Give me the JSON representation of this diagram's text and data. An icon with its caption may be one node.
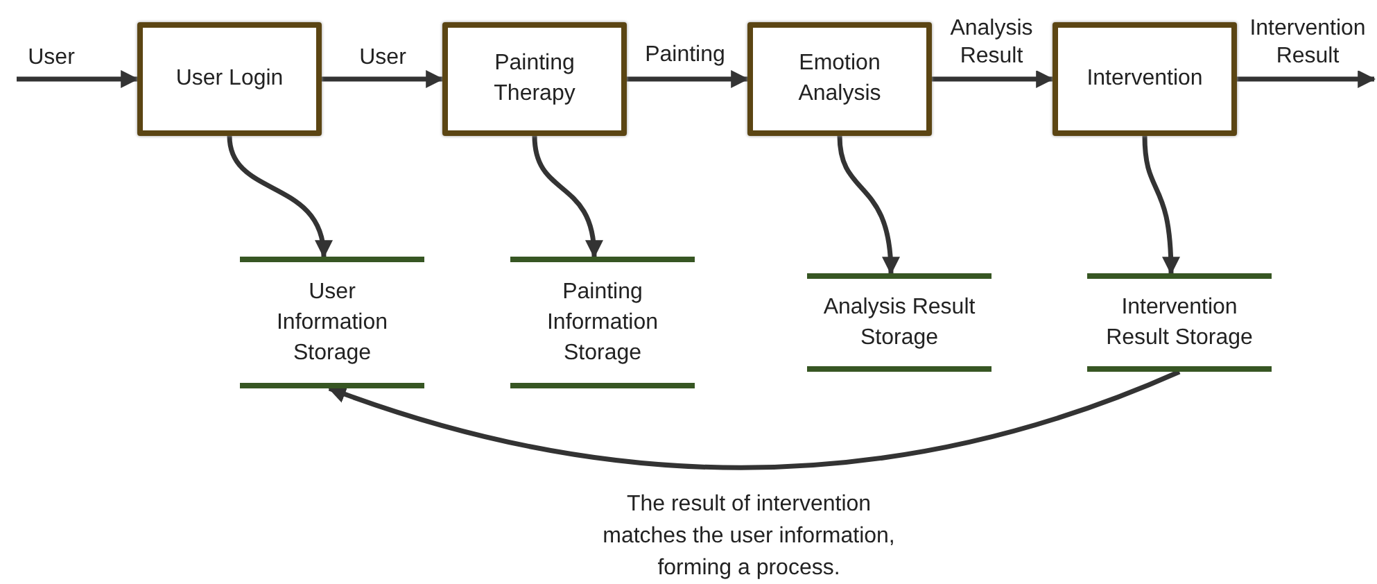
{
  "diagram": {
    "nodes": [
      {
        "text": [
          "User Login"
        ]
      },
      {
        "text": [
          "Painting Therapy"
        ]
      },
      {
        "text": [
          "Emotion Analysis"
        ]
      },
      {
        "text": [
          "Intervention"
        ]
      },
      {
        "text": [
          "User Information Storage"
        ]
      },
      {
        "text": [
          "Painting Information Storage"
        ]
      },
      {
        "text": [
          "Analysis Result Storage"
        ]
      },
      {
        "text": [
          "Intervention Result Storage"
        ]
      }
    ],
    "edges": [
      {
        "from": null,
        "to": 0,
        "arrow": "to",
        "label": "User"
      },
      {
        "from": 0,
        "to": 1,
        "arrow": "to",
        "label": "User"
      },
      {
        "from": 1,
        "to": 2,
        "arrow": "to",
        "label": "Painting"
      },
      {
        "from": 2,
        "to": 3,
        "arrow": "to",
        "label": "Analysis Result"
      },
      {
        "from": 3,
        "to": null,
        "arrow": "to",
        "label": "Intervention Result"
      },
      {
        "from": 0,
        "to": 4,
        "arrow": "to"
      },
      {
        "from": 1,
        "to": 5,
        "arrow": "to"
      },
      {
        "from": 2,
        "to": 6,
        "arrow": "to"
      },
      {
        "from": 3,
        "to": 7,
        "arrow": "to"
      },
      {
        "from": 7,
        "to": 4,
        "arrow": "to"
      }
    ],
    "labels": [
      "The result of intervention matches the user information, forming a process."
    ]
  }
}
